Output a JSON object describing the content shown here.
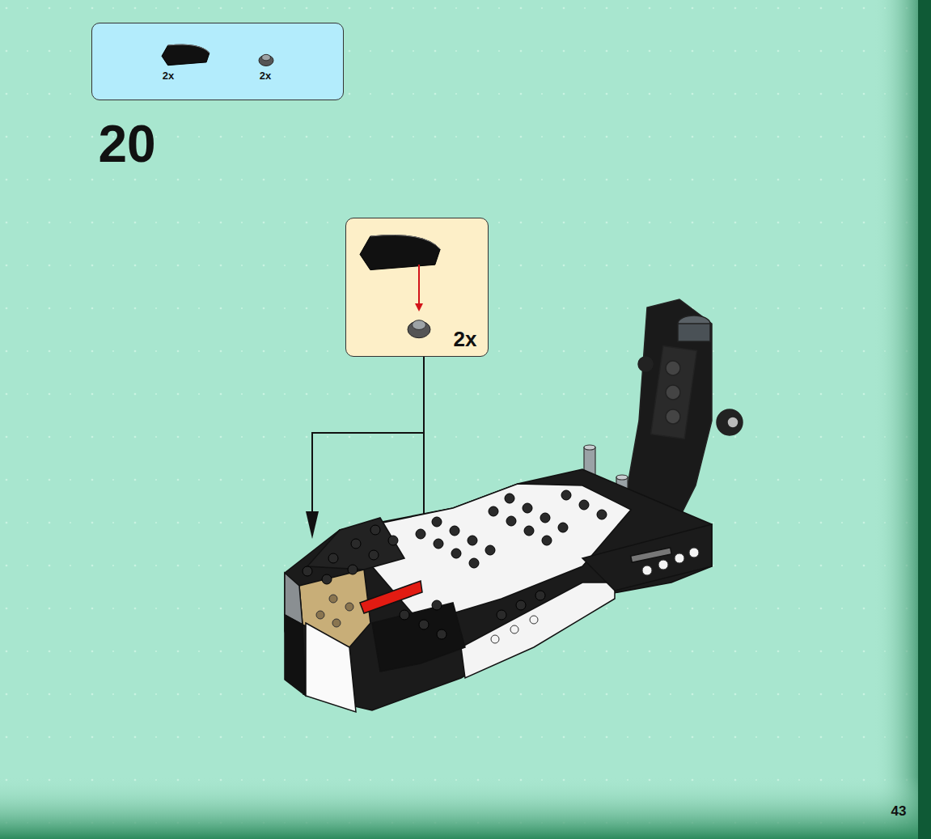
{
  "diagram": {
    "nodes": [
      {
        "text": [
          "2x",
          "2x"
        ]
      },
      {
        "text": [
          "2x"
        ]
      }
    ],
    "labels": [
      "20",
      "43"
    ]
  }
}
